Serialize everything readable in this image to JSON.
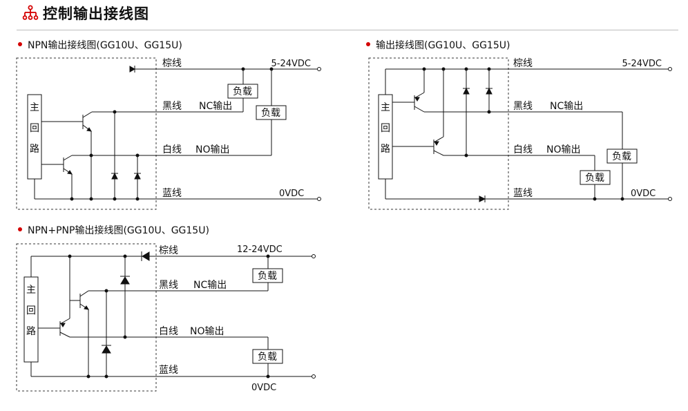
{
  "header": {
    "title": "控制输出接线图",
    "icon": "connection-tree-icon",
    "accent": "#d40000"
  },
  "diagrams": {
    "npn": {
      "title": "NPN输出接线图(GG10U、GG15U)",
      "circuit_box": [
        "主",
        "回",
        "路"
      ],
      "wires": {
        "brown": "棕线",
        "black": "黑线",
        "white": "白线",
        "blue": "蓝线"
      },
      "outputs": {
        "nc": "NC输出",
        "no": "NO输出"
      },
      "supply": "5-24VDC",
      "ground": "0VDC",
      "load": "负载"
    },
    "pnp": {
      "title": "输出接线图(GG10U、GG15U)",
      "circuit_box": [
        "主",
        "回",
        "路"
      ],
      "wires": {
        "brown": "棕线",
        "black": "黑线",
        "white": "白线",
        "blue": "蓝线"
      },
      "outputs": {
        "nc": "NC输出",
        "no": "NO输出"
      },
      "supply": "5-24VDC",
      "ground": "0VDC",
      "load": "负载"
    },
    "npn_pnp": {
      "title": "NPN+PNP输出接线图(GG10U、GG15U)",
      "circuit_box": [
        "主",
        "回",
        "路"
      ],
      "wires": {
        "brown": "棕线",
        "black": "黑线",
        "white": "白线",
        "blue": "蓝线"
      },
      "outputs": {
        "nc": "NC输出",
        "no": "NO输出"
      },
      "supply": "12-24VDC",
      "ground": "0VDC",
      "load": "负载"
    }
  }
}
